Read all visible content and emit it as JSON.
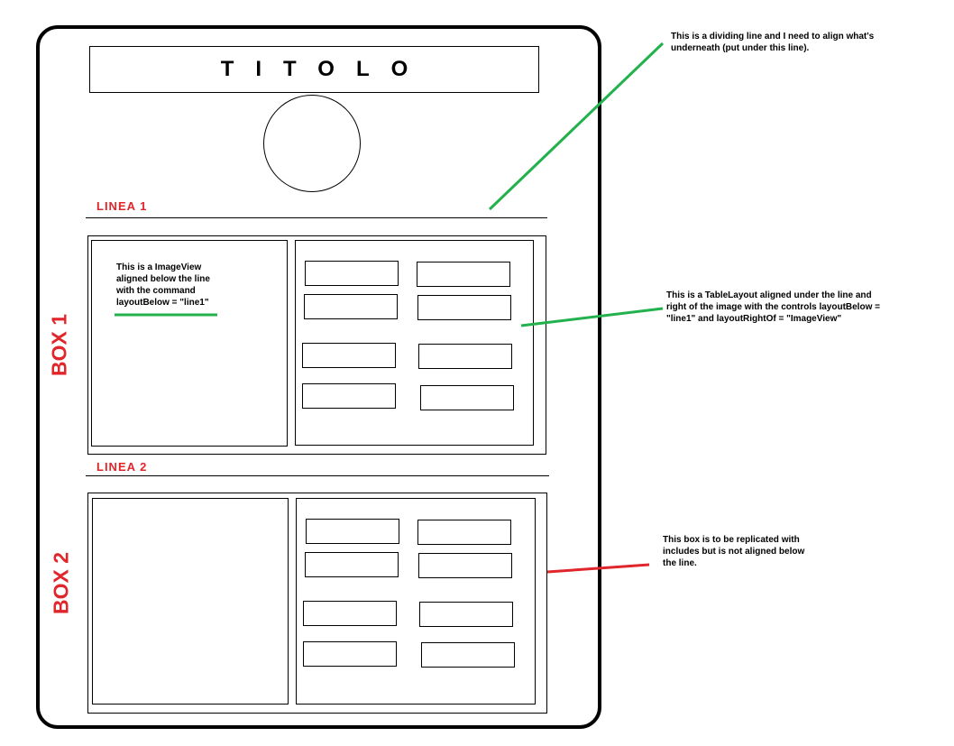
{
  "title": "TITOLO",
  "line1_label": "LINEA 1",
  "line2_label": "LINEA 2",
  "box1_label": "BOX 1",
  "box2_label": "BOX 2",
  "imageview_note": "This is a ImageView aligned below the line with the command layoutBelow = \"line1\"",
  "annotations": {
    "dividing_line": "This is a dividing line and I need to align what's underneath (put under this line).",
    "table_layout": "This is a TableLayout aligned under the line and right of the image with the controls layoutBelow = \"line1\" and layoutRightOf = \"ImageView\"",
    "box_replicated": "This box is to be replicated with includes but is not aligned below the line."
  },
  "colors": {
    "red": "#e0262b",
    "green": "#22b14c"
  }
}
